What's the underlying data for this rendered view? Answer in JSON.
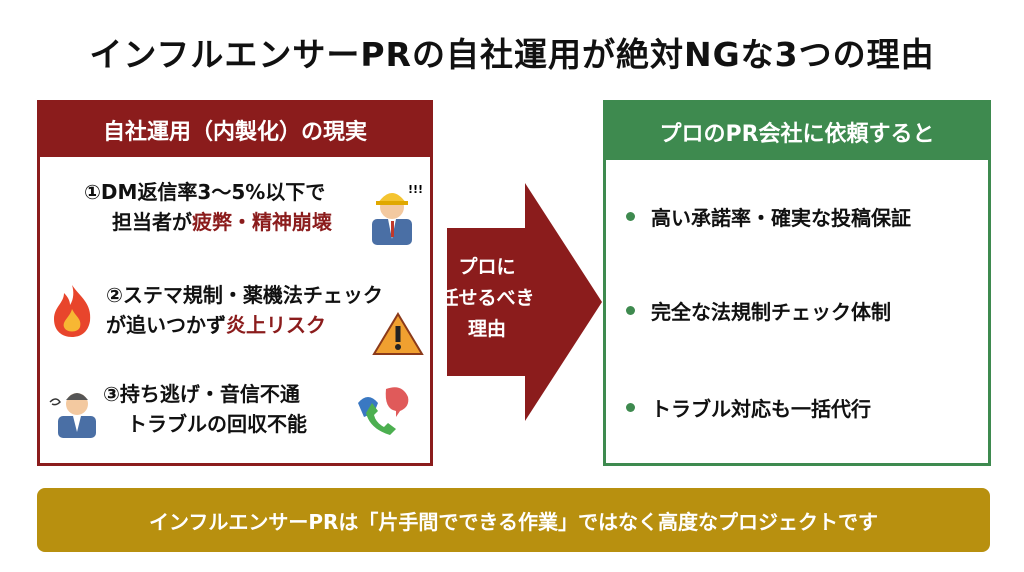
{
  "title": "インフルエンサーPRの自社運用が絶対NGな3つの理由",
  "left": {
    "header": "自社運用（内製化）の現実",
    "items": [
      {
        "line1": "①DM返信率3〜5%以下で",
        "line2_pre": "担当者が",
        "line2_red": "疲弊・精神崩壊",
        "icon": "stressed-worker-icon",
        "icon_text": "!!!"
      },
      {
        "line1": "②ステマ規制・薬機法チェック",
        "line2_pre": "が追いつかず",
        "line2_red": "炎上リスク",
        "icon": "fire-icon",
        "icon2": "warning-icon"
      },
      {
        "line1": "③持ち逃げ・音信不通",
        "line2_pre": "トラブルの回収不能",
        "line2_red": "",
        "icon": "troubled-person-icon",
        "icon2": "broken-call-icon"
      }
    ]
  },
  "arrow": {
    "line1": "プロに",
    "line2": "任せるべき",
    "line3": "理由"
  },
  "right": {
    "header": "プロのPR会社に依頼すると",
    "items": [
      "高い承諾率・確実な投稿保証",
      "完全な法規制チェック体制",
      "トラブル対応も一括代行"
    ]
  },
  "footer": "インフルエンサーPRは「片手間でできる作業」ではなく高度なプロジェクトです",
  "colors": {
    "red": "#8b1c1c",
    "green": "#3e8a4f",
    "gold": "#b8900f"
  }
}
